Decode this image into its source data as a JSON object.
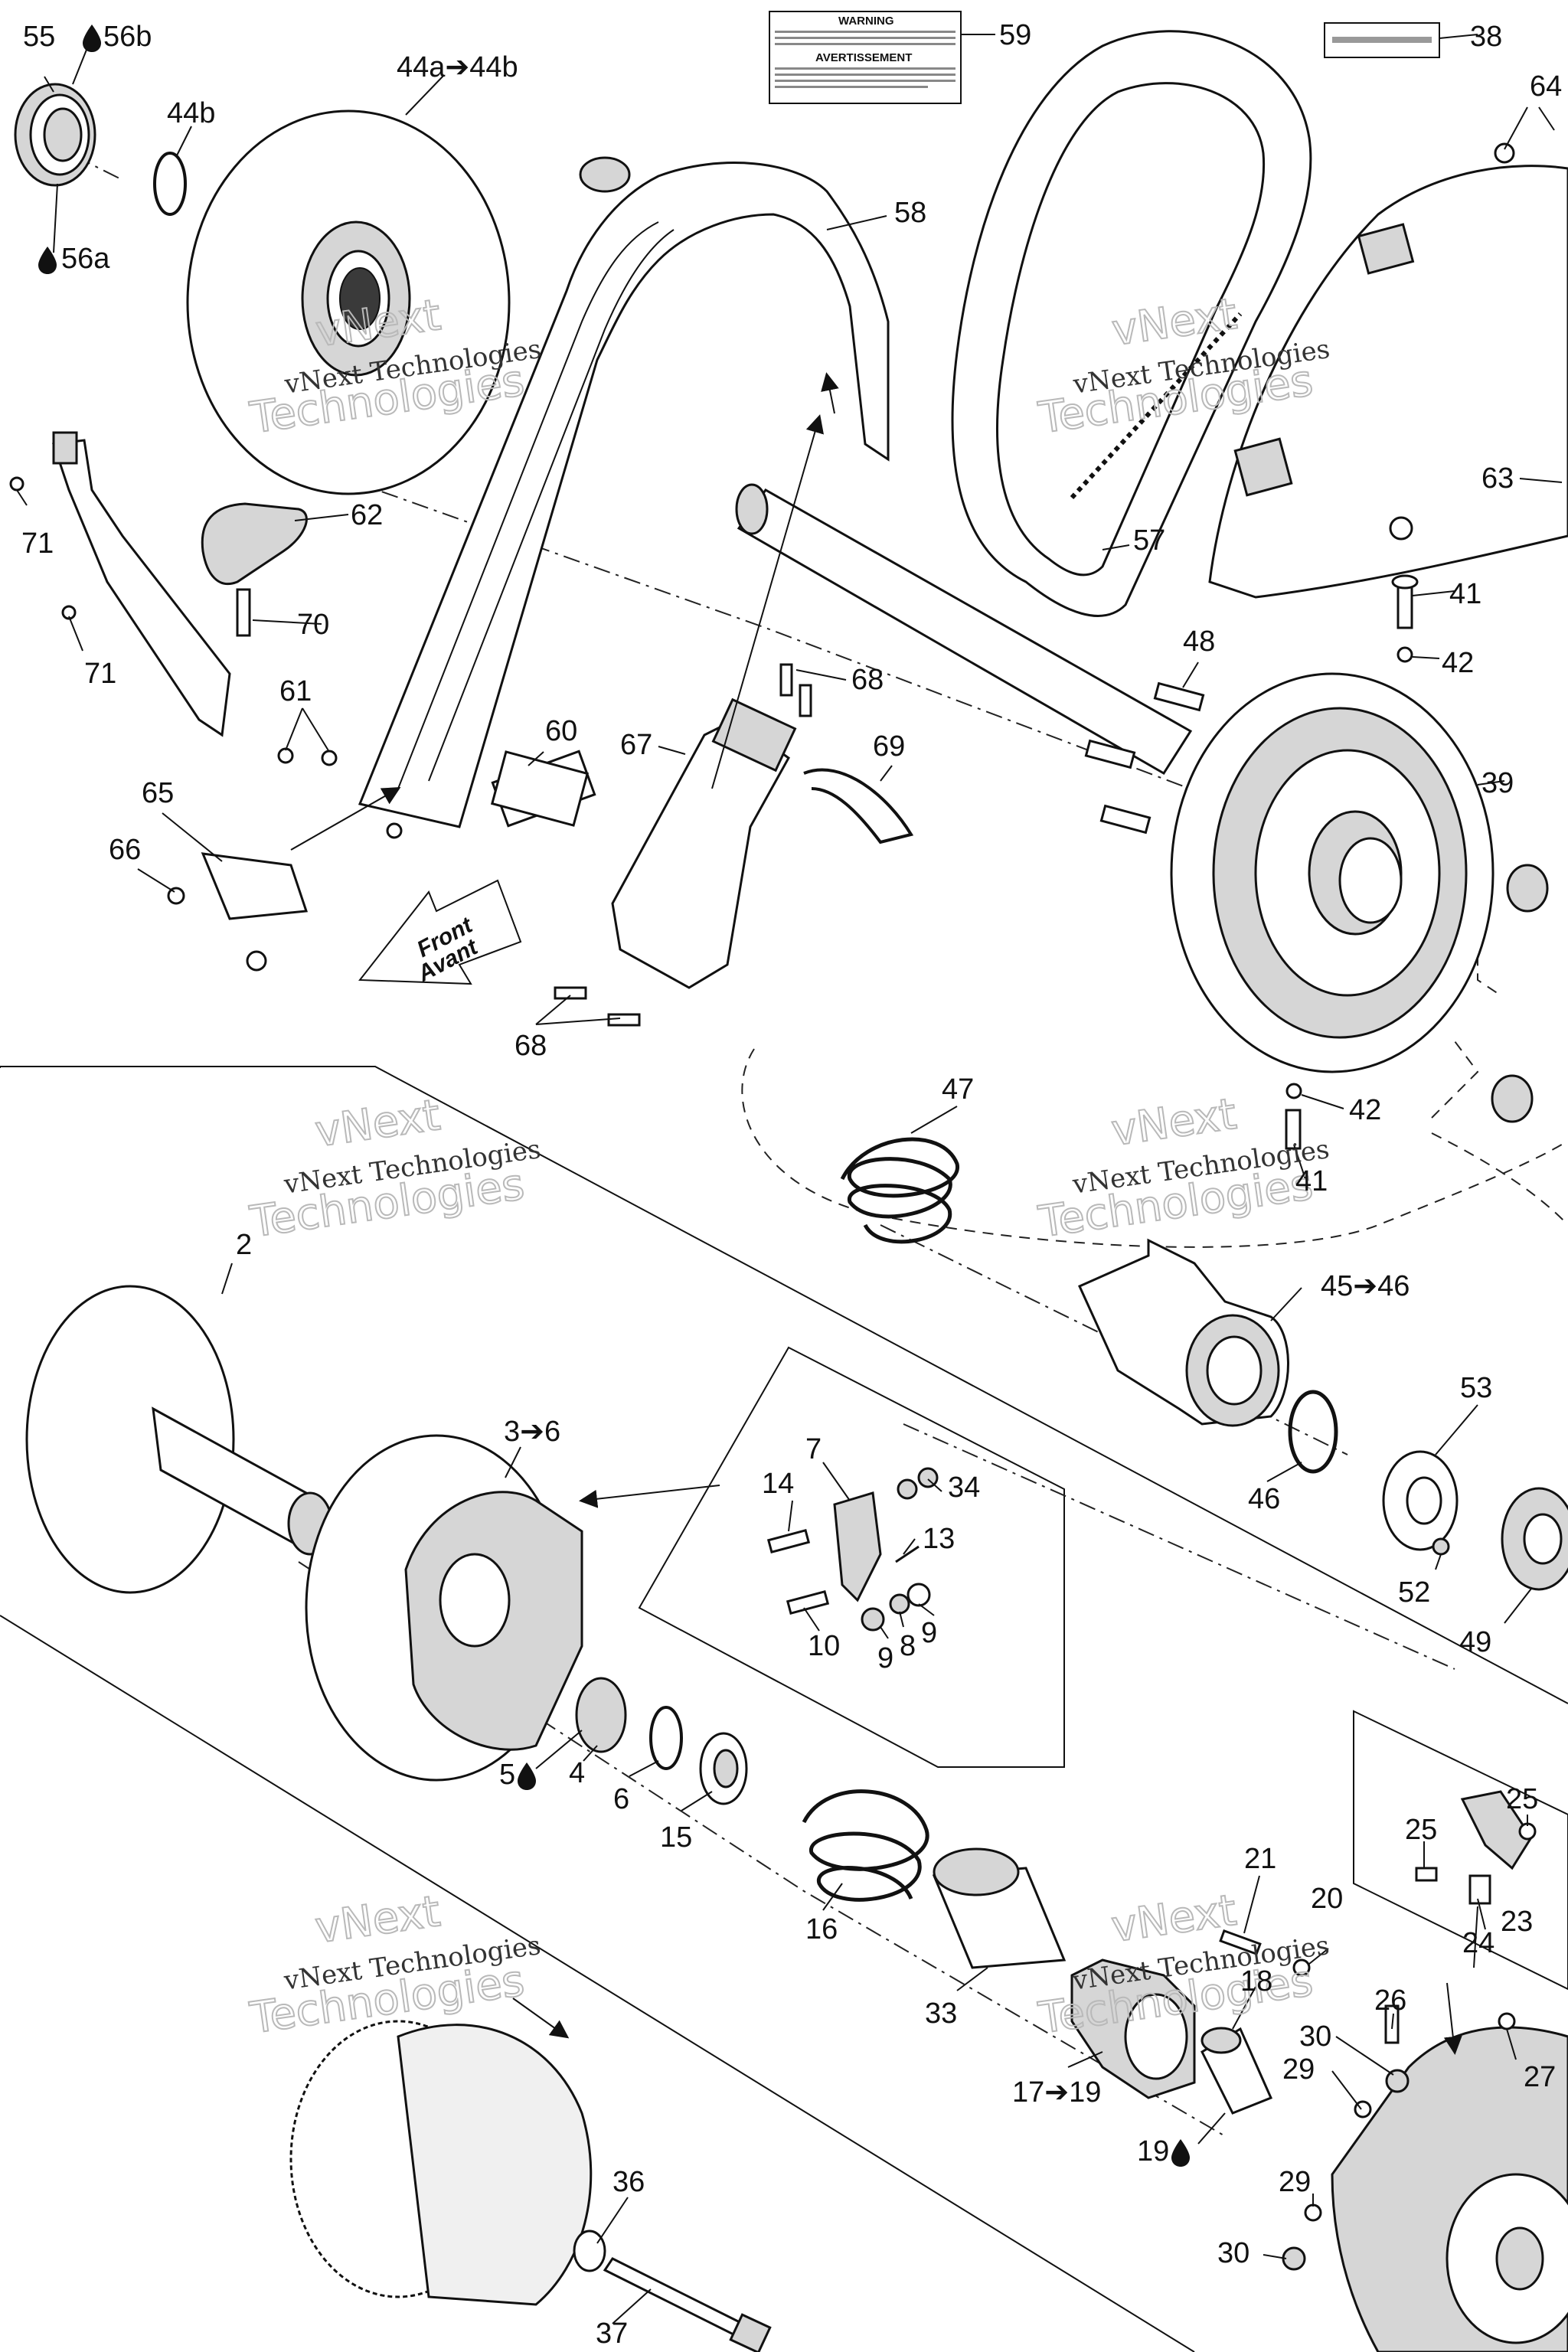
{
  "diagram": {
    "watermark": {
      "line1": "vNext",
      "line2": "Technologies",
      "full": "vNext Technologies"
    },
    "front_arrow": {
      "line1": "Front",
      "line2": "Avant"
    },
    "warning_label": {
      "title1": "WARNING",
      "title2": "AVERTISSEMENT"
    },
    "callouts": [
      {
        "id": "c55",
        "text": "55"
      },
      {
        "id": "c56b",
        "text": "56b"
      },
      {
        "id": "c56a",
        "text": "56a"
      },
      {
        "id": "c44a",
        "text": "44a➔44b"
      },
      {
        "id": "c44b",
        "text": "44b"
      },
      {
        "id": "c59",
        "text": "59"
      },
      {
        "id": "c38",
        "text": "38"
      },
      {
        "id": "c64",
        "text": "64"
      },
      {
        "id": "c58",
        "text": "58"
      },
      {
        "id": "c62",
        "text": "62"
      },
      {
        "id": "c71a",
        "text": "71"
      },
      {
        "id": "c71b",
        "text": "71"
      },
      {
        "id": "c70",
        "text": "70"
      },
      {
        "id": "c63",
        "text": "63"
      },
      {
        "id": "c57",
        "text": "57"
      },
      {
        "id": "c41a",
        "text": "41"
      },
      {
        "id": "c42a",
        "text": "42"
      },
      {
        "id": "c48",
        "text": "48"
      },
      {
        "id": "c68a",
        "text": "68"
      },
      {
        "id": "c61",
        "text": "61"
      },
      {
        "id": "c60",
        "text": "60"
      },
      {
        "id": "c67",
        "text": "67"
      },
      {
        "id": "c69",
        "text": "69"
      },
      {
        "id": "c39",
        "text": "39"
      },
      {
        "id": "c65",
        "text": "65"
      },
      {
        "id": "c66",
        "text": "66"
      },
      {
        "id": "c68b",
        "text": "68"
      },
      {
        "id": "c47",
        "text": "47"
      },
      {
        "id": "c42b",
        "text": "42"
      },
      {
        "id": "c41b",
        "text": "41"
      },
      {
        "id": "c2",
        "text": "2"
      },
      {
        "id": "c4546",
        "text": "45➔46"
      },
      {
        "id": "c36x",
        "text": "3➔6"
      },
      {
        "id": "c7",
        "text": "7"
      },
      {
        "id": "c14",
        "text": "14"
      },
      {
        "id": "c34",
        "text": "34"
      },
      {
        "id": "c13",
        "text": "13"
      },
      {
        "id": "c53",
        "text": "53"
      },
      {
        "id": "c46",
        "text": "46"
      },
      {
        "id": "c10",
        "text": "10"
      },
      {
        "id": "c9a",
        "text": "9"
      },
      {
        "id": "c8",
        "text": "8"
      },
      {
        "id": "c9b",
        "text": "9"
      },
      {
        "id": "c52",
        "text": "52"
      },
      {
        "id": "c49",
        "text": "49"
      },
      {
        "id": "c5",
        "text": "5"
      },
      {
        "id": "c4",
        "text": "4"
      },
      {
        "id": "c6",
        "text": "6"
      },
      {
        "id": "c15",
        "text": "15"
      },
      {
        "id": "c25a",
        "text": "25"
      },
      {
        "id": "c25b",
        "text": "25"
      },
      {
        "id": "c16",
        "text": "16"
      },
      {
        "id": "c21",
        "text": "21"
      },
      {
        "id": "c20",
        "text": "20"
      },
      {
        "id": "c23",
        "text": "23"
      },
      {
        "id": "c24",
        "text": "24"
      },
      {
        "id": "c18",
        "text": "18"
      },
      {
        "id": "c33",
        "text": "33"
      },
      {
        "id": "c26",
        "text": "26"
      },
      {
        "id": "c30a",
        "text": "30"
      },
      {
        "id": "c29a",
        "text": "29"
      },
      {
        "id": "c27",
        "text": "27"
      },
      {
        "id": "c1719",
        "text": "17➔19"
      },
      {
        "id": "c19",
        "text": "19"
      },
      {
        "id": "c36",
        "text": "36"
      },
      {
        "id": "c29b",
        "text": "29"
      },
      {
        "id": "c30b",
        "text": "30"
      },
      {
        "id": "c37",
        "text": "37"
      }
    ]
  }
}
